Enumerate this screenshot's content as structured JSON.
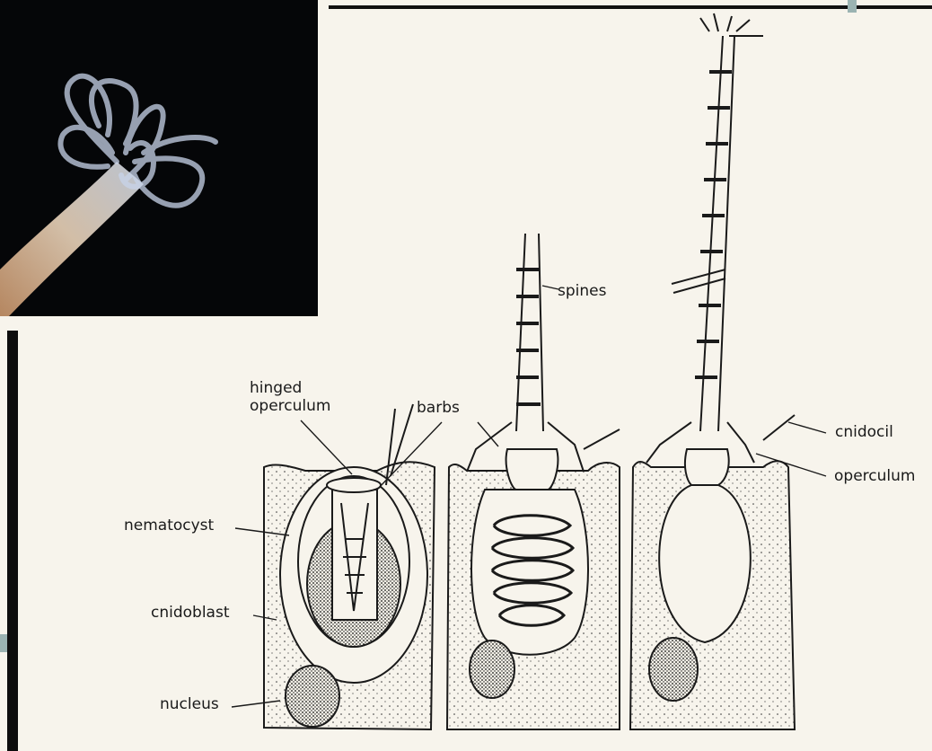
{
  "labels": {
    "spines": "spines",
    "hinged": "hinged\noperculum",
    "barbs": "barbs",
    "cnidocil": "cnidocil",
    "operculum": "operculum",
    "nematocyst": "nematocyst",
    "cnidoblast": "cnidoblast",
    "nucleus": "nucleus"
  },
  "colors": {
    "paper": "#f7f4ec",
    "ink": "#1a1a1a",
    "photo_bg": "#050608",
    "accent": "#9bb3b2"
  }
}
